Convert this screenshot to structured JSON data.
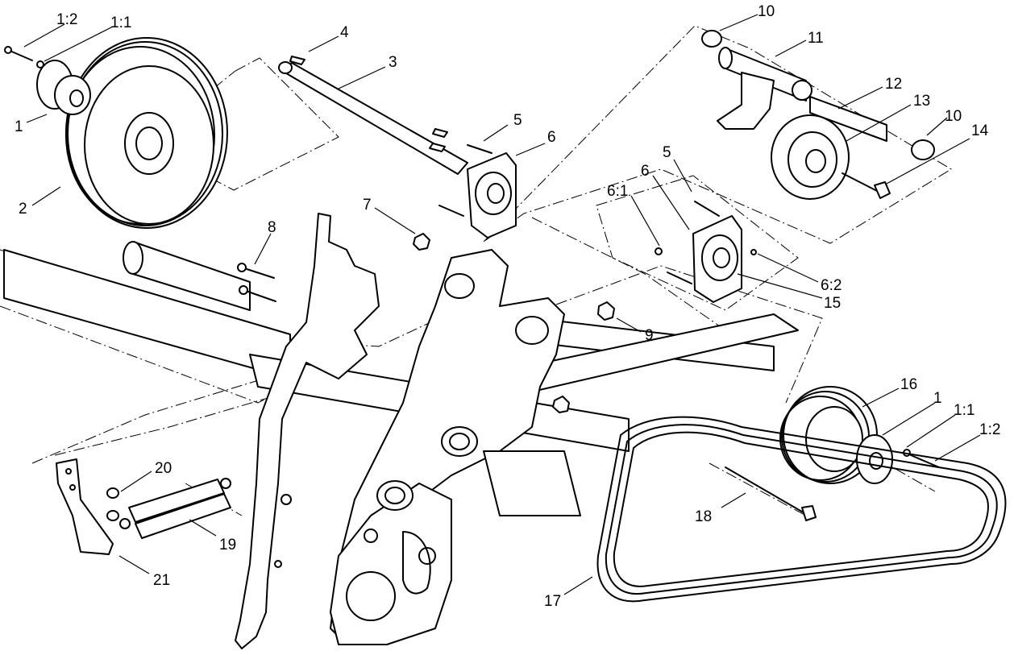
{
  "callouts": {
    "c1_2_top": "1:2",
    "c1_1_top": "1:1",
    "c1_top": "1",
    "c2": "2",
    "c3": "3",
    "c4": "4",
    "c5_a": "5",
    "c6_a": "6",
    "c7": "7",
    "c8": "8",
    "c9": "9",
    "c10_a": "10",
    "c11": "11",
    "c12": "12",
    "c13": "13",
    "c10_b": "10",
    "c14": "14",
    "c5_b": "5",
    "c6_b": "6",
    "c6_1": "6:1",
    "c6_2": "6:2",
    "c15": "15",
    "c16": "16",
    "c1_bottom": "1",
    "c1_1_bottom": "1:1",
    "c1_2_bottom": "1:2",
    "c18": "18",
    "c17": "17",
    "c20": "20",
    "c19": "19",
    "c21": "21"
  }
}
